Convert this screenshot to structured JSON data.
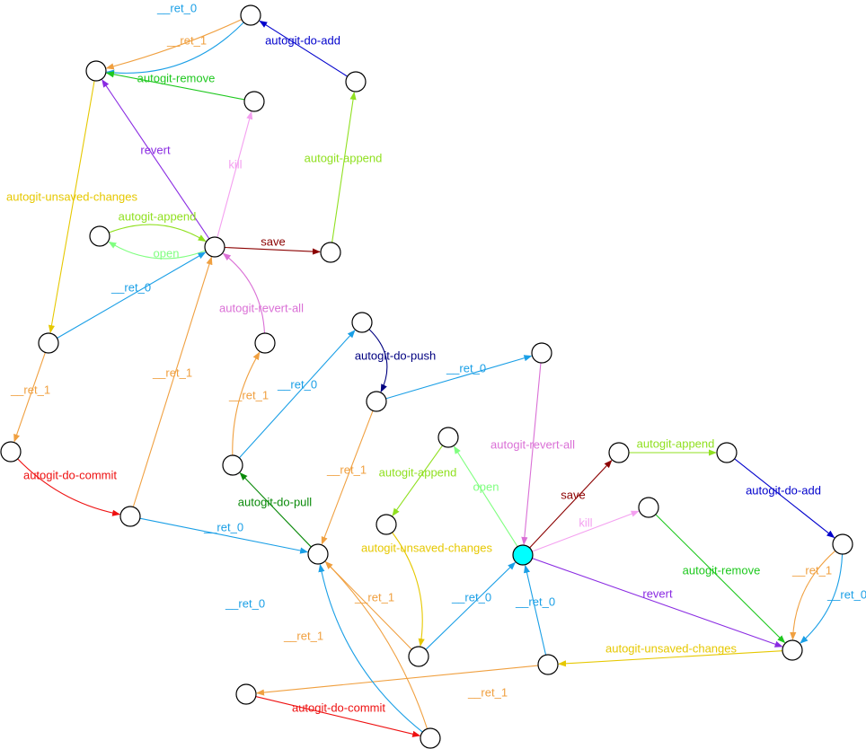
{
  "diagram": {
    "nodes": [
      {
        "id": "n01"
      },
      {
        "id": "n02"
      },
      {
        "id": "n03"
      },
      {
        "id": "n04"
      },
      {
        "id": "n05"
      },
      {
        "id": "n06"
      },
      {
        "id": "n07"
      },
      {
        "id": "n08"
      },
      {
        "id": "n09"
      },
      {
        "id": "n10"
      },
      {
        "id": "n11"
      },
      {
        "id": "n12"
      },
      {
        "id": "n13"
      },
      {
        "id": "n14"
      },
      {
        "id": "n15"
      },
      {
        "id": "n16"
      },
      {
        "id": "n17"
      },
      {
        "id": "n18"
      },
      {
        "id": "n19"
      },
      {
        "id": "n20"
      },
      {
        "id": "n21"
      },
      {
        "id": "n22",
        "current": true
      },
      {
        "id": "n23"
      },
      {
        "id": "n24"
      },
      {
        "id": "n25"
      },
      {
        "id": "n26"
      },
      {
        "id": "n27"
      },
      {
        "id": "n28"
      },
      {
        "id": "n29"
      },
      {
        "id": "n30"
      }
    ],
    "edges": [
      {
        "from": "n01",
        "to": "n03",
        "label": "__ret_0",
        "color": "#1a9fe6"
      },
      {
        "from": "n01",
        "to": "n03",
        "label": "__ret_1",
        "color": "#f0a040"
      },
      {
        "from": "n02",
        "to": "n01",
        "label": "autogit-do-add",
        "color": "#0000cc"
      },
      {
        "from": "n04",
        "to": "n03",
        "label": "autogit-remove",
        "color": "#1ec81e"
      },
      {
        "from": "n06",
        "to": "n04",
        "label": "kill",
        "color": "#f4a0f0"
      },
      {
        "from": "n06",
        "to": "n03",
        "label": "revert",
        "color": "#8a2be2"
      },
      {
        "from": "n05",
        "to": "n02",
        "label": "autogit-append",
        "color": "#90e020"
      },
      {
        "from": "n06",
        "to": "n05",
        "label": "save",
        "color": "#8b0000"
      },
      {
        "from": "n07",
        "to": "n06",
        "label": "autogit-append",
        "color": "#90e020"
      },
      {
        "from": "n06",
        "to": "n07",
        "label": "open",
        "color": "#80ff80"
      },
      {
        "from": "n03",
        "to": "n08",
        "label": "autogit-unsaved-changes",
        "color": "#e6c800"
      },
      {
        "from": "n08",
        "to": "n06",
        "label": "__ret_0",
        "color": "#1a9fe6"
      },
      {
        "from": "n09",
        "to": "n06",
        "label": "autogit-revert-all",
        "color": "#da70d6"
      },
      {
        "from": "n08",
        "to": "n10",
        "label": "__ret_1",
        "color": "#f0a040"
      },
      {
        "from": "n10",
        "to": "n11",
        "label": "autogit-do-commit",
        "color": "#ee1010"
      },
      {
        "from": "n11",
        "to": "n06",
        "label": "__ret_1",
        "color": "#f0a040"
      },
      {
        "from": "n11",
        "to": "n15",
        "label": "__ret_0",
        "color": "#1a9fe6"
      },
      {
        "from": "n12",
        "to": "n09",
        "label": "__ret_1",
        "color": "#f0a040"
      },
      {
        "from": "n12",
        "to": "n13",
        "label": "__ret_0",
        "color": "#1a9fe6"
      },
      {
        "from": "n13",
        "to": "n14",
        "label": "autogit-do-push",
        "color": "#000080"
      },
      {
        "from": "n14",
        "to": "n16",
        "label": "__ret_0",
        "color": "#1a9fe6"
      },
      {
        "from": "n14",
        "to": "n15",
        "label": "__ret_1",
        "color": "#f0a040"
      },
      {
        "from": "n15",
        "to": "n12",
        "label": "autogit-do-pull",
        "color": "#0a8a0a"
      },
      {
        "from": "n17",
        "to": "n18",
        "label": "autogit-append",
        "color": "#90e020"
      },
      {
        "from": "n18",
        "to": "n19",
        "label": "autogit-unsaved-changes",
        "color": "#e6c800"
      },
      {
        "from": "n22",
        "to": "n17",
        "label": "open",
        "color": "#80ff80"
      },
      {
        "from": "n16",
        "to": "n22",
        "label": "autogit-revert-all",
        "color": "#da70d6"
      },
      {
        "from": "n22",
        "to": "n20",
        "label": "save",
        "color": "#8b0000"
      },
      {
        "from": "n20",
        "to": "n21",
        "label": "autogit-append",
        "color": "#90e020"
      },
      {
        "from": "n21",
        "to": "n23",
        "label": "autogit-do-add",
        "color": "#0000cc"
      },
      {
        "from": "n22",
        "to": "n24",
        "label": "kill",
        "color": "#f4a0f0"
      },
      {
        "from": "n24",
        "to": "n25",
        "label": "autogit-remove",
        "color": "#1ec81e"
      },
      {
        "from": "n23",
        "to": "n25",
        "label": "__ret_1",
        "color": "#f0a040"
      },
      {
        "from": "n23",
        "to": "n25",
        "label": "__ret_0",
        "color": "#1a9fe6"
      },
      {
        "from": "n22",
        "to": "n25",
        "label": "revert",
        "color": "#8a2be2"
      },
      {
        "from": "n25",
        "to": "n26",
        "label": "autogit-unsaved-changes",
        "color": "#e6c800"
      },
      {
        "from": "n26",
        "to": "n22",
        "label": "__ret_0",
        "color": "#1a9fe6"
      },
      {
        "from": "n19",
        "to": "n22",
        "label": "__ret_0",
        "color": "#1a9fe6"
      },
      {
        "from": "n19",
        "to": "n15",
        "label": "__ret_1",
        "color": "#f0a040"
      },
      {
        "from": "n26",
        "to": "n27",
        "label": "__ret_1",
        "color": "#f0a040"
      },
      {
        "from": "n27",
        "to": "n28",
        "label": "autogit-do-commit",
        "color": "#ee1010"
      },
      {
        "from": "n28",
        "to": "n15",
        "label": "__ret_0",
        "color": "#1a9fe6"
      },
      {
        "from": "n28",
        "to": "n15",
        "label": "__ret_1",
        "color": "#f0a040"
      }
    ]
  }
}
